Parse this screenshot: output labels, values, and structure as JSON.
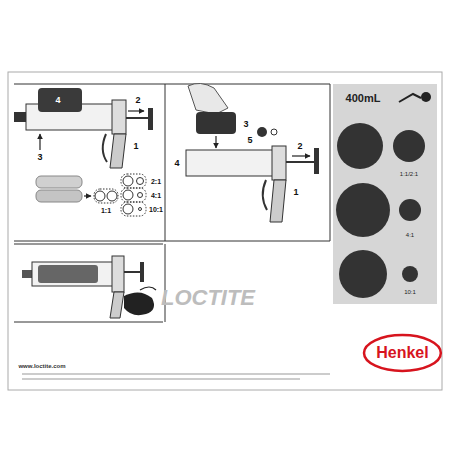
{
  "diagram": {
    "nodes": [
      {
        "text": [
          "400mL",
          "1:1/2:1",
          "4:1",
          "10:1"
        ]
      },
      {
        "text": [
          "Henkel"
        ]
      }
    ],
    "labels": [
      "4",
      "2",
      "1",
      "3",
      "2:1",
      "4:1",
      "10:1",
      "1:1",
      "3",
      "5",
      "4",
      "2",
      "1",
      "LOCTITE",
      "www.loctite.com"
    ]
  }
}
